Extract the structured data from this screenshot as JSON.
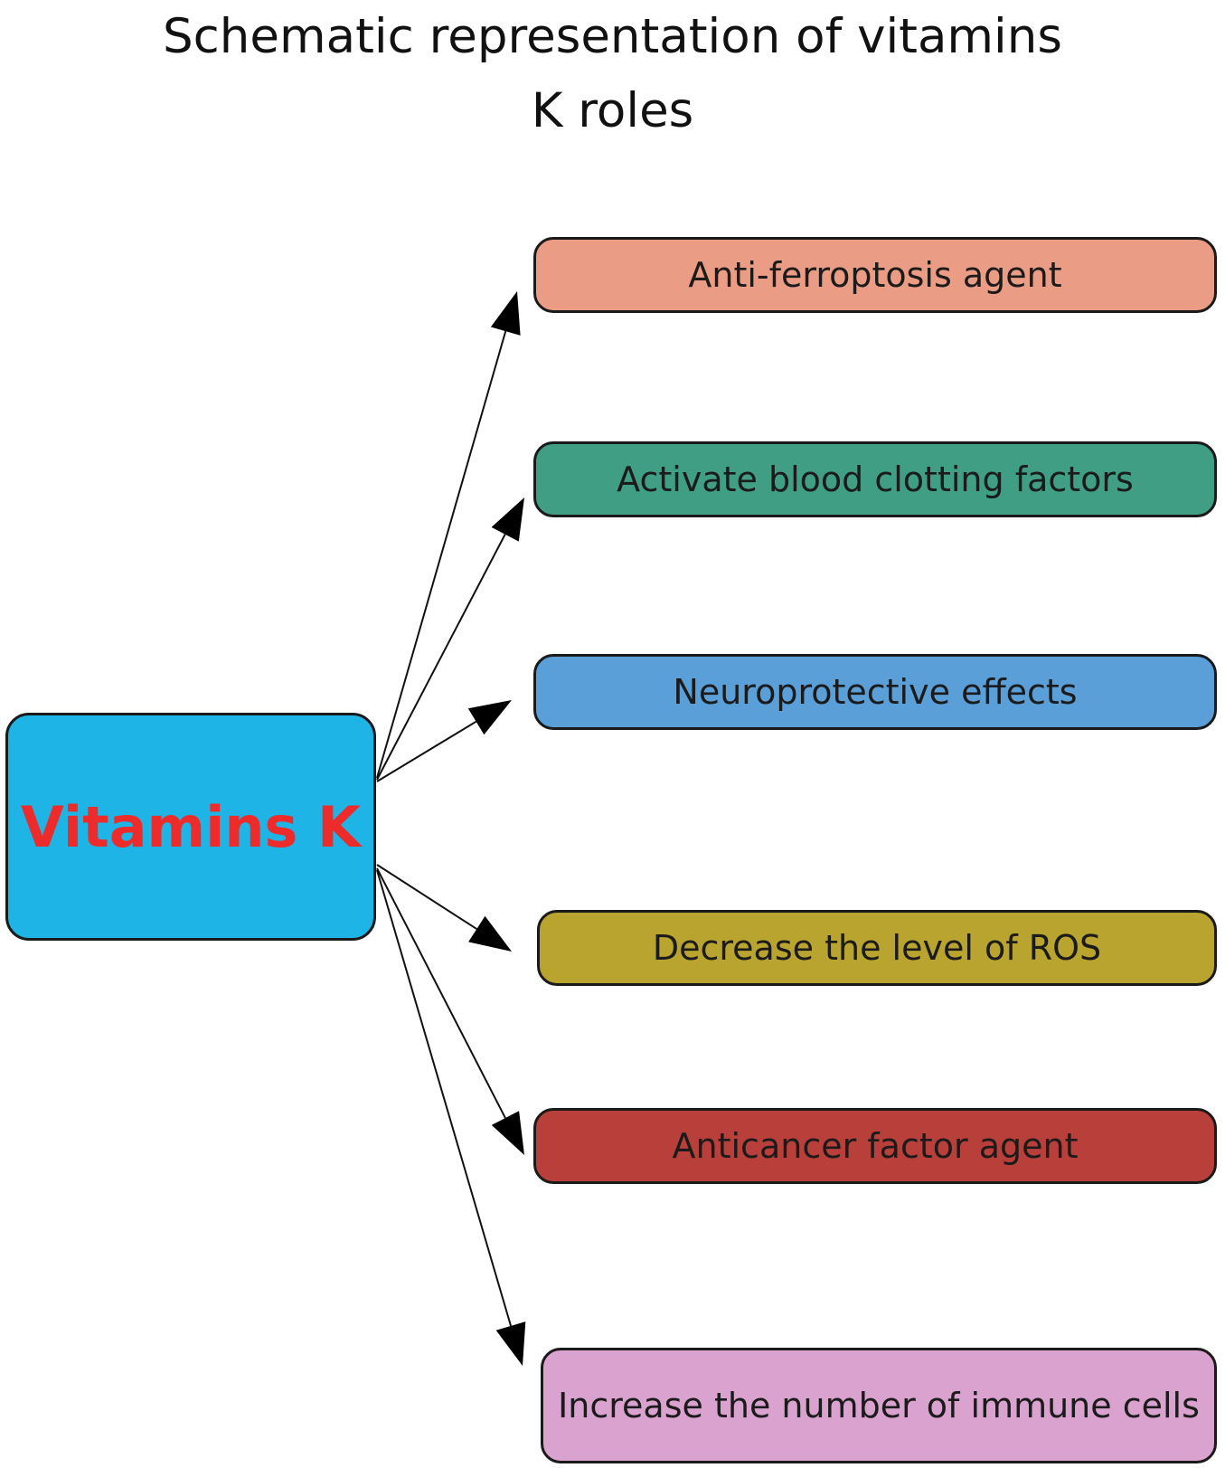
{
  "title": {
    "line1": "Schematic representation of  vitamins",
    "line2": "K roles"
  },
  "source": {
    "label": "Vitamins K",
    "fill": "#1eb4e6",
    "text_color": "#ee2b2b"
  },
  "roles": [
    {
      "label": "Anti-ferroptosis agent",
      "color": "#eb9c85"
    },
    {
      "label": "Activate blood clotting factors",
      "color": "#3f9e83"
    },
    {
      "label": "Neuroprotective effects",
      "color": "#5b9fd9"
    },
    {
      "label": "Decrease the level of ROS",
      "color": "#b9a42f"
    },
    {
      "label": "Anticancer factor agent",
      "color": "#b9403a"
    },
    {
      "label": "Increase the number of immune cells",
      "color": "#d9a2cf"
    }
  ]
}
